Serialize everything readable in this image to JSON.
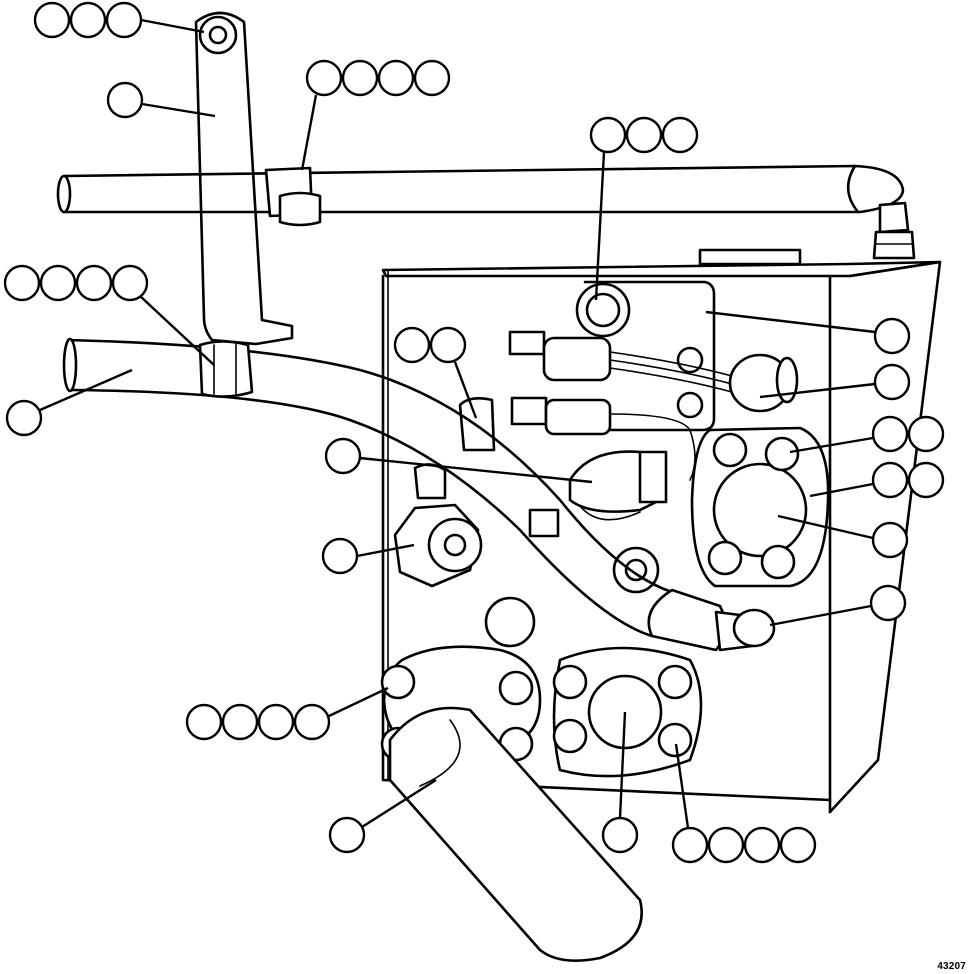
{
  "figure": {
    "figure_number": "43207",
    "callouts": [
      {
        "name": "callout-top-left-nut",
        "count": 3
      },
      {
        "name": "callout-top-clamp",
        "count": 4
      },
      {
        "name": "callout-bracket-arm",
        "count": 1
      },
      {
        "name": "callout-upper-valve-plug",
        "count": 3
      },
      {
        "name": "callout-left-hose-clamp",
        "count": 4
      },
      {
        "name": "callout-left-tube",
        "count": 1
      },
      {
        "name": "callout-sensor-bracket",
        "count": 2
      },
      {
        "name": "callout-cover-plate",
        "count": 1
      },
      {
        "name": "callout-solenoid",
        "count": 1
      },
      {
        "name": "callout-right-flange-bolt",
        "count": 2
      },
      {
        "name": "callout-right-flange",
        "count": 2
      },
      {
        "name": "callout-pressure-switch",
        "count": 1
      },
      {
        "name": "callout-right-port-plug",
        "count": 1
      },
      {
        "name": "callout-hex-fitting",
        "count": 1
      },
      {
        "name": "callout-hose-fitting",
        "count": 1
      },
      {
        "name": "callout-left-flange-bolt",
        "count": 4
      },
      {
        "name": "callout-lower-hose",
        "count": 1
      },
      {
        "name": "callout-lower-flange-plug",
        "count": 1
      },
      {
        "name": "callout-lower-flange-bolt",
        "count": 4
      }
    ]
  }
}
